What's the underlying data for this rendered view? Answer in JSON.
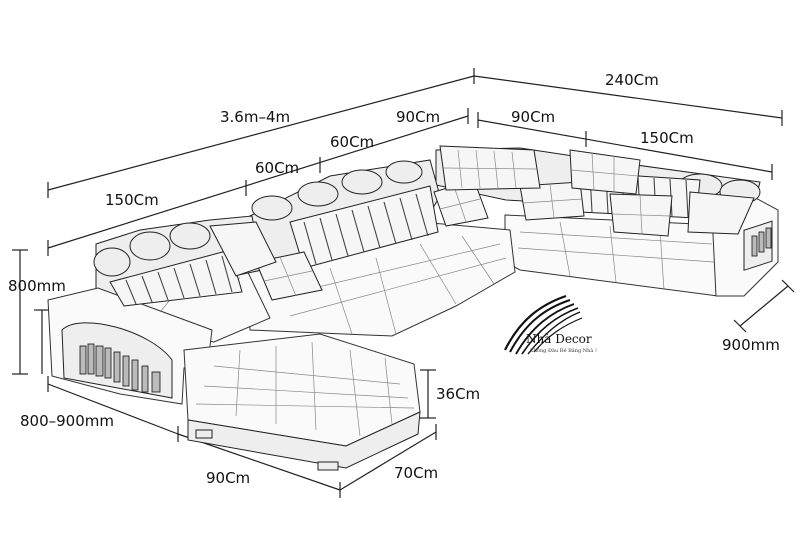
{
  "dimensions": {
    "total_back": "240Cm",
    "total_left_run": "3.6m–4m",
    "right_section_front": "90Cm",
    "right_section_back": "150Cm",
    "middle_top": "90Cm",
    "middle_upper": "60Cm",
    "middle_lower": "60Cm",
    "left_section": "150Cm",
    "backrest_height": "800mm",
    "right_depth": "900mm",
    "seat_height": "36Cm",
    "chaise_depth": "800–900mm",
    "chaise_width": "90Cm",
    "chaise_side": "70Cm"
  },
  "logo": {
    "brand": "Nhà Decor",
    "slogan": "Không Đâu Rẻ Bằng Nhà !"
  }
}
